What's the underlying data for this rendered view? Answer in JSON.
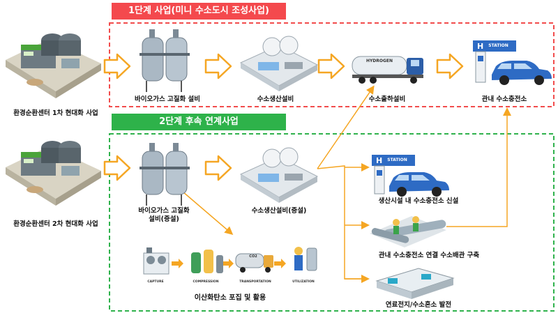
{
  "stage1": {
    "banner": "1단계 사업(미니 수소도시 조성사업)",
    "banner_color": "#f4494d",
    "border_color": "#f24c4c",
    "source": "환경순환센터 1차 현대화 사업",
    "steps": [
      "바이오가스 고질화 설비",
      "수소생산설비",
      "수소출하설비",
      "관내 수소충전소"
    ],
    "truck_text": "HYDROGEN",
    "station_text": "STATION"
  },
  "stage2": {
    "banner": "2단계 후속 연계사업",
    "banner_color": "#2eb24a",
    "border_color": "#2fb24c",
    "source": "환경순환센터 2차 현대화 사업",
    "biogas_line1": "바이오가스 고질화",
    "biogas_line2": "설비(증설)",
    "hydrogen": "수소생산설비(증설)",
    "ccus": {
      "title": "이산화탄소 포집 및 활용",
      "steps": [
        "CAPTURE",
        "COMPRESSION",
        "TRANSPORTATION",
        "UTILIZATION"
      ],
      "tank_text": "CO2"
    },
    "branches": [
      "생산시설 내 수소충전소 신설",
      "관내 수소충전소 연결 수소배관 구축",
      "연료전지/수소혼소 발전"
    ],
    "station_text": "STATION"
  },
  "colors": {
    "arrow_orange": "#f5a623",
    "car_blue": "#2e6bc4"
  }
}
